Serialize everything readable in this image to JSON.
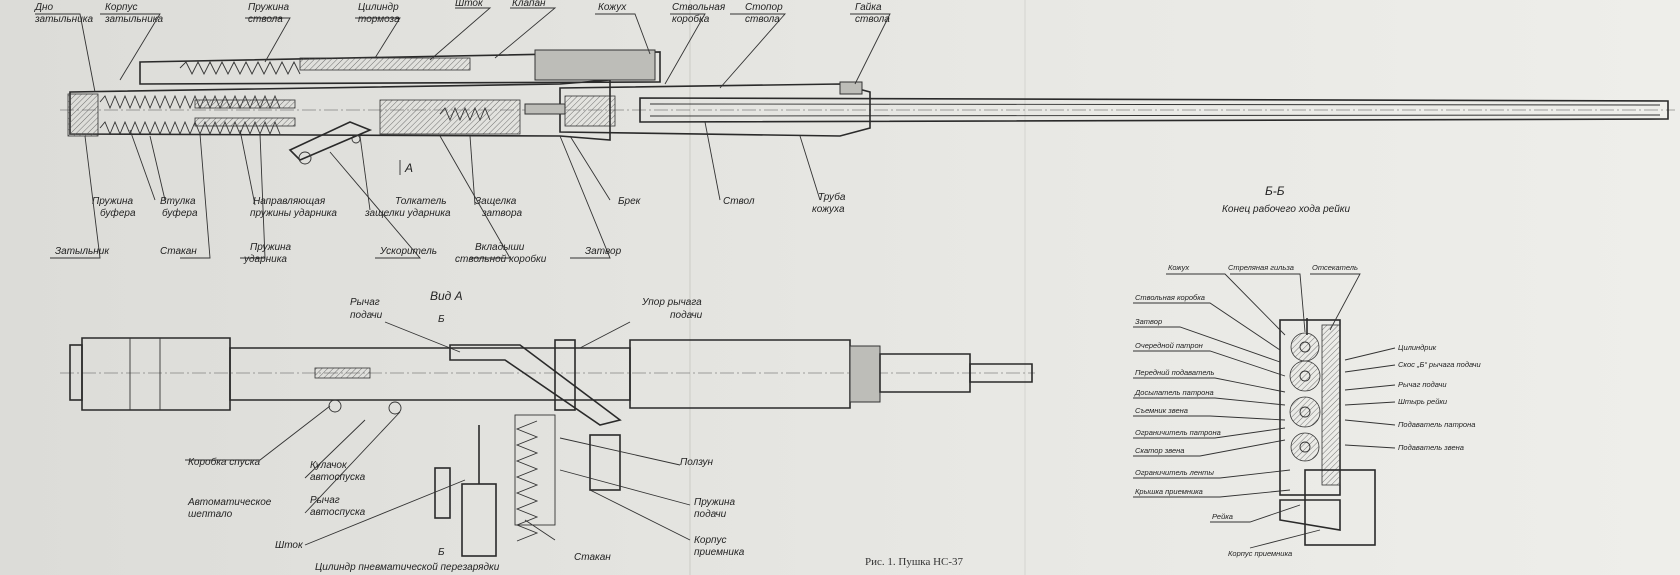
{
  "caption": "Рис. 1. Пушка НС-37",
  "top_view": {
    "labels_top": [
      {
        "line1": "Дно",
        "line2": "затыльника"
      },
      {
        "line1": "Корпус",
        "line2": "затыльника"
      },
      {
        "line1": "Пружина",
        "line2": "ствола"
      },
      {
        "line1": "Цилиндр",
        "line2": "тормоза"
      },
      {
        "line1": "Шток",
        "line2": ""
      },
      {
        "line1": "Клапан",
        "line2": ""
      },
      {
        "line1": "Кожух",
        "line2": ""
      },
      {
        "line1": "Ствольная",
        "line2": "коробка"
      },
      {
        "line1": "Стопор",
        "line2": "ствола"
      },
      {
        "line1": "Гайка",
        "line2": "ствола"
      }
    ],
    "labels_bottom": [
      {
        "line1": "Пружина",
        "line2": "буфера"
      },
      {
        "line1": "Втулка",
        "line2": "буфера"
      },
      {
        "line1": "Направляющая",
        "line2": "пружины ударника"
      },
      {
        "line1": "Толкатель",
        "line2": "защелки ударника"
      },
      {
        "line1": "Защелка",
        "line2": "затвора"
      },
      {
        "line1": "Брек",
        "line2": ""
      },
      {
        "line1": "Ствол",
        "line2": ""
      },
      {
        "line1": "Труба",
        "line2": "кожуха"
      },
      {
        "line1": "Затыльник",
        "line2": ""
      },
      {
        "line1": "Стакан",
        "line2": ""
      },
      {
        "line1": "Пружина",
        "line2": "ударника"
      },
      {
        "line1": "Ускоритель",
        "line2": ""
      },
      {
        "line1": "Вкладыши",
        "line2": "ствольной коробки"
      },
      {
        "line1": "Затвор",
        "line2": ""
      }
    ],
    "section_mark": "А"
  },
  "view_a": {
    "title": "Вид А",
    "cut_mark": "Б",
    "labels": [
      {
        "line1": "Рычаг",
        "line2": "подачи"
      },
      {
        "line1": "Упор рычага",
        "line2": "подачи"
      },
      {
        "line1": "Коробка спуска",
        "line2": ""
      },
      {
        "line1": "Кулачок",
        "line2": "автоспуска"
      },
      {
        "line1": "Автоматическое",
        "line2": "шептало"
      },
      {
        "line1": "Рычаг",
        "line2": "автоспуска"
      },
      {
        "line1": "Шток",
        "line2": ""
      },
      {
        "line1": "Цилиндр пневматической перезарядки",
        "line2": ""
      },
      {
        "line1": "Стакан",
        "line2": ""
      },
      {
        "line1": "Ползун",
        "line2": ""
      },
      {
        "line1": "Пружина",
        "line2": "подачи"
      },
      {
        "line1": "Корпус",
        "line2": "приемника"
      }
    ]
  },
  "section_bb": {
    "title": "Б-Б",
    "subtitle": "Конец рабочего хода рейки",
    "labels_left": [
      "Кожух",
      "Ствольная коробка",
      "Затвор",
      "Очередной патрон",
      "Передний подаватель",
      "Досылатель патрона",
      "Съемник звена",
      "Ограничитель патрона",
      "Скатор звена",
      "Ограничитель ленты",
      "Крышка приемника",
      "Рейка",
      "Корпус приемника"
    ],
    "labels_top": [
      "Стреляная гильза",
      "Отсекатель"
    ],
    "labels_right": [
      "Цилиндрик",
      "Скос „Б“ рычага подачи",
      "Рычаг подачи",
      "Штырь рейки",
      "Подаватель патрона",
      "Подаватель звена"
    ]
  }
}
